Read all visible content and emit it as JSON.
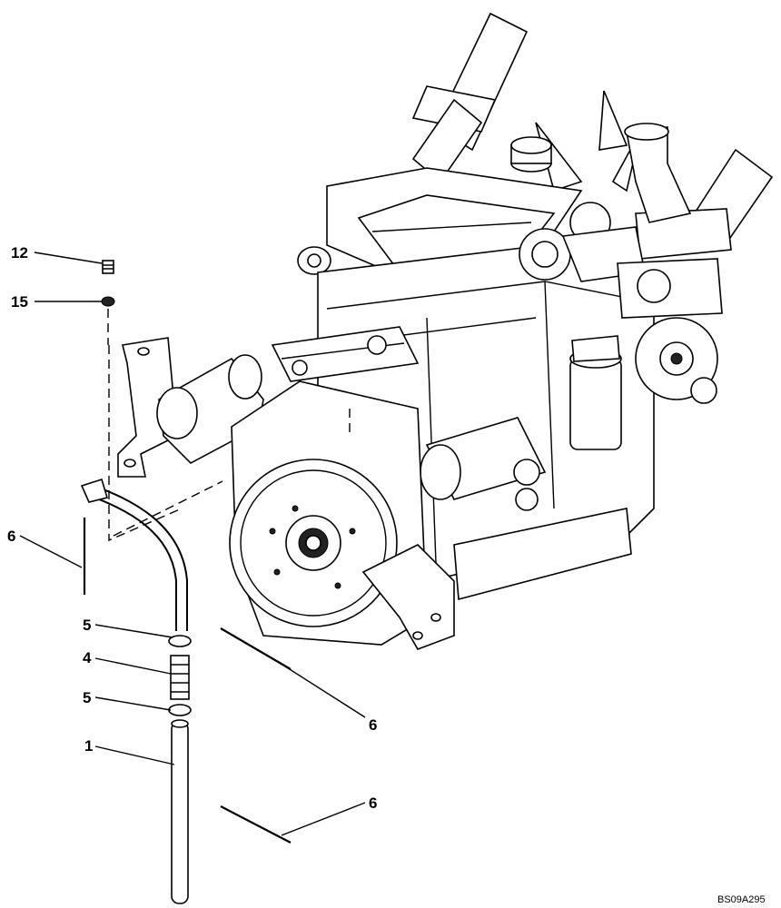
{
  "callouts": {
    "c12": "12",
    "c15": "15",
    "c6_left": "6",
    "c5_top": "5",
    "c4": "4",
    "c5_bottom": "5",
    "c1": "1",
    "c6_mid": "6",
    "c6_low": "6"
  },
  "drawing_code": "BS09A295",
  "colors": {
    "ink": "#000000",
    "paper": "#ffffff"
  }
}
